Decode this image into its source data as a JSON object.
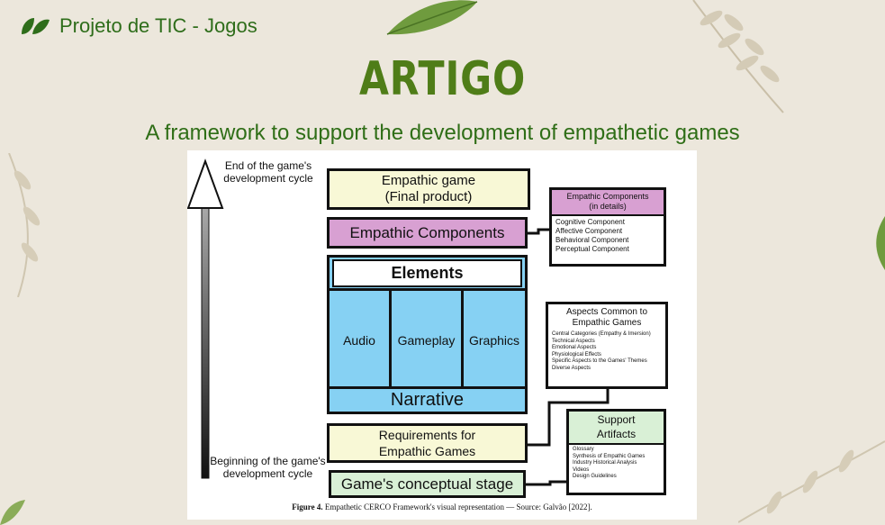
{
  "header": {
    "label": "Projeto de TIC - Jogos"
  },
  "slide": {
    "title": "ARTIGO",
    "subtitle": "A framework to support the development of empathetic games"
  },
  "figure": {
    "arrow_top_label": "End of the game's development cycle",
    "arrow_bottom_label": "Beginning of the game's development cycle",
    "empathic_game_line1": "Empathic game",
    "empathic_game_line2": "(Final product)",
    "empathic_components": "Empathic Components",
    "elements": "Elements",
    "audio": "Audio",
    "gameplay": "Gameplay",
    "graphics": "Graphics",
    "narrative": "Narrative",
    "requirements_line1": "Requirements for",
    "requirements_line2": "Empathic Games",
    "conceptual_stage": "Game's conceptual stage",
    "ec_details_title1": "Empathic Components",
    "ec_details_title2": "(in details)",
    "ec_details_items": [
      "Cognitive Component",
      "Affective Component",
      "Behavioral Component",
      "Perceptual Component"
    ],
    "aspects_title1": "Aspects Common to",
    "aspects_title2": "Empathic Games",
    "aspects_items": [
      "Central Categories  (Empathy & Imersion)",
      "Technical Aspects",
      "Emotional Aspects",
      "Physiological Effects",
      "Specific Aspects to the Games' Themes",
      "Diverse Aspects"
    ],
    "support_title1": "Support",
    "support_title2": "Artifacts",
    "support_items": [
      "Glossary",
      "Synthesis of Empathic Games",
      "Industry Historical Analysis",
      "Videos",
      "Design Guidelines"
    ],
    "caption_bold": "Figure 4.",
    "caption_text": " Empathetic CERCO Framework's visual representation — Source: Galvão [2022]."
  },
  "colors": {
    "title_green": "#4f7d18",
    "text_green": "#2e6d1a",
    "yellow_box": "#f8f8d6",
    "pink_box": "#d8a0d2",
    "blue_box": "#86d1f3",
    "green_header": "#d9f0d6"
  }
}
